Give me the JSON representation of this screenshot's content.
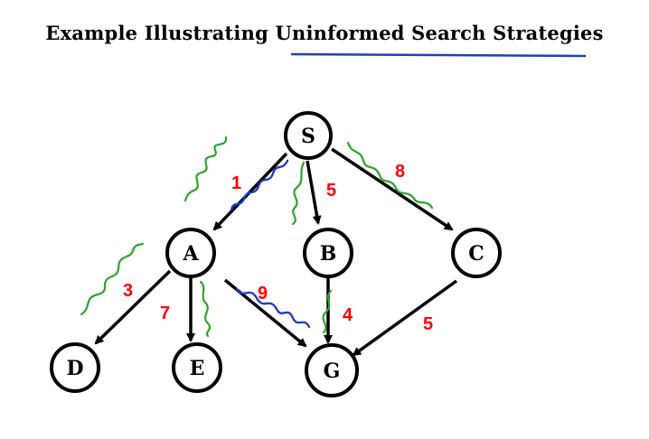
{
  "title": "Example Illustrating Uninformed Search Strategies",
  "colors": {
    "edge": "#000000",
    "cost": "#ff0000",
    "annotation_green": "#2aa52a",
    "annotation_blue": "#1f3fbf",
    "underline": "#1f3fbf"
  },
  "nodes": {
    "S": "S",
    "A": "A",
    "B": "B",
    "C": "C",
    "D": "D",
    "E": "E",
    "G": "G"
  },
  "edges": [
    {
      "from": "S",
      "to": "A",
      "cost": "1"
    },
    {
      "from": "S",
      "to": "B",
      "cost": "5"
    },
    {
      "from": "S",
      "to": "C",
      "cost": "8"
    },
    {
      "from": "A",
      "to": "D",
      "cost": "3"
    },
    {
      "from": "A",
      "to": "E",
      "cost": "7"
    },
    {
      "from": "A",
      "to": "G",
      "cost": "9"
    },
    {
      "from": "B",
      "to": "G",
      "cost": "4"
    },
    {
      "from": "C",
      "to": "G",
      "cost": "5"
    }
  ]
}
